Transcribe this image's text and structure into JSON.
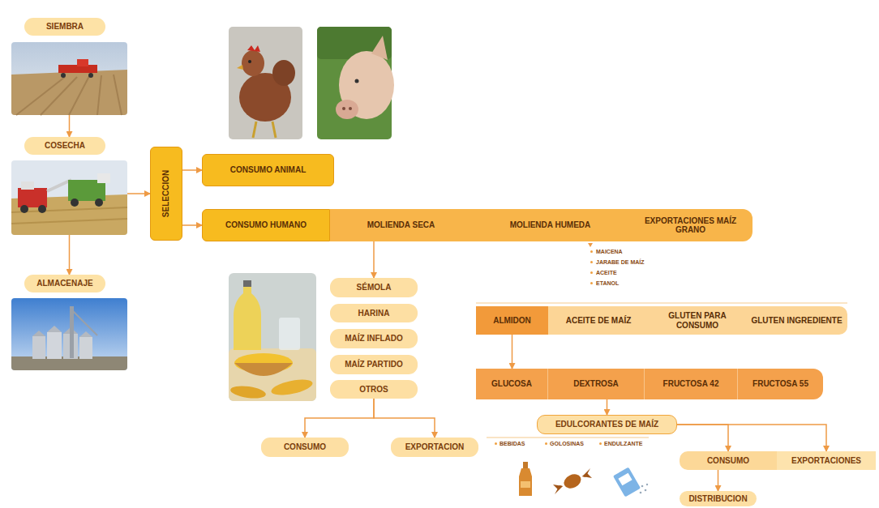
{
  "diagram": {
    "nodes": [
      {
        "text": [
          "SIEMBRA"
        ]
      },
      {
        "text": [
          "COSECHA"
        ]
      },
      {
        "text": [
          "ALMACENAJE"
        ]
      },
      {
        "text": [
          "SELECCION"
        ]
      },
      {
        "text": [
          "CONSUMO ANIMAL"
        ]
      },
      {
        "text": [
          "CONSUMO HUMANO"
        ]
      },
      {
        "text": [
          "MOLIENDA SECA"
        ]
      },
      {
        "text": [
          "MOLIENDA HUMEDA"
        ]
      },
      {
        "text": [
          "EXPORTACIONES MAÍZ GRANO"
        ]
      },
      {
        "text": [
          "SÉMOLA"
        ]
      },
      {
        "text": [
          "HARINA"
        ]
      },
      {
        "text": [
          "MAÍZ INFLADO"
        ]
      },
      {
        "text": [
          "MAÍZ PARTIDO"
        ]
      },
      {
        "text": [
          "OTROS"
        ]
      },
      {
        "text": [
          "CONSUMO"
        ]
      },
      {
        "text": [
          "EXPORTACION"
        ]
      },
      {
        "text": [
          "ALMIDON"
        ]
      },
      {
        "text": [
          "ACEITE DE MAÍZ"
        ]
      },
      {
        "text": [
          "GLUTEN PARA CONSUMO"
        ]
      },
      {
        "text": [
          "GLUTEN INGREDIENTE"
        ]
      },
      {
        "text": [
          "GLUCOSA"
        ]
      },
      {
        "text": [
          "DEXTROSA"
        ]
      },
      {
        "text": [
          "FRUCTOSA 42"
        ]
      },
      {
        "text": [
          "FRUCTOSA 55"
        ]
      },
      {
        "text": [
          "EDULCORANTES DE MAÍZ"
        ]
      },
      {
        "text": [
          "CONSUMO"
        ]
      },
      {
        "text": [
          "EXPORTACIONES"
        ]
      },
      {
        "text": [
          "DISTRIBUCION"
        ]
      }
    ],
    "edges": [
      {
        "from": 0,
        "to": 1,
        "arrow": "to"
      },
      {
        "from": 1,
        "to": 2,
        "arrow": "to"
      },
      {
        "from": 1,
        "to": 3,
        "arrow": "to"
      },
      {
        "from": 3,
        "to": 4,
        "arrow": "to"
      },
      {
        "from": 3,
        "to": 5,
        "arrow": "to"
      },
      {
        "from": 6,
        "to": 9,
        "arrow": "to"
      },
      {
        "from": 13,
        "to": 14,
        "arrow": "to"
      },
      {
        "from": 13,
        "to": 15,
        "arrow": "to"
      },
      {
        "from": 16,
        "to": 20,
        "arrow": "to"
      },
      {
        "from": 21,
        "to": 24,
        "arrow": "to"
      },
      {
        "from": 24,
        "to": 25,
        "arrow": "to"
      },
      {
        "from": 24,
        "to": 26,
        "arrow": "to"
      },
      {
        "from": 25,
        "to": 27,
        "arrow": "to"
      }
    ],
    "labels": [
      "MAICENA",
      "JARABE DE MAÍZ",
      "ACEITE",
      "ETANOL",
      "BEBIDAS",
      "GOLOSINAS",
      "ENDULZANTE"
    ]
  }
}
